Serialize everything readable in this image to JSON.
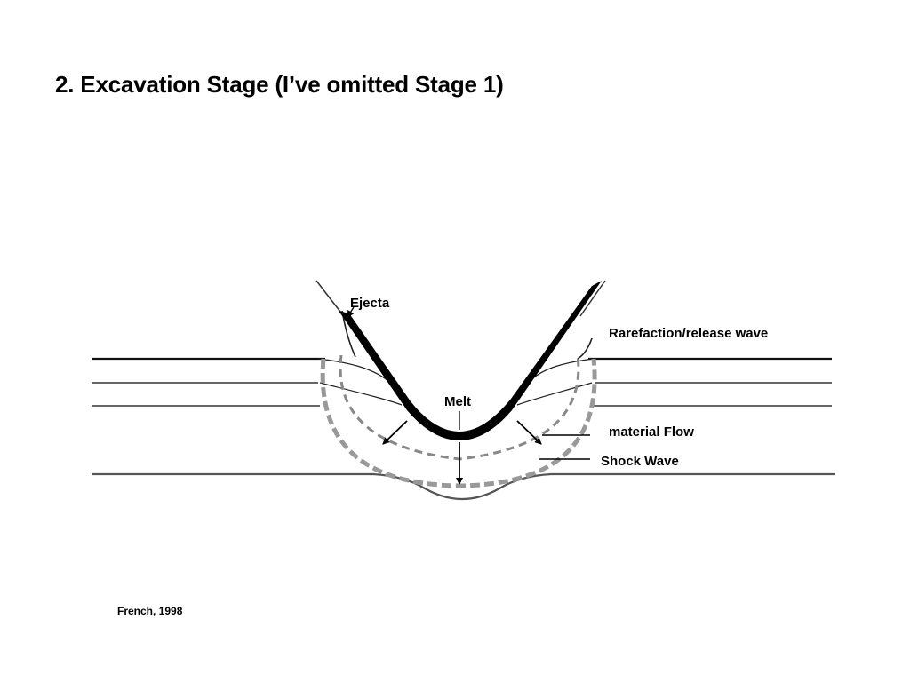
{
  "slide": {
    "title": "2. Excavation Stage (I’ve omitted Stage 1)",
    "citation": "French, 1998"
  },
  "diagram": {
    "labels": {
      "ejecta": "Ejecta",
      "rarefaction": "Rarefaction/release wave",
      "melt": "Melt",
      "material_flow": "material Flow",
      "shock_wave": "Shock Wave"
    },
    "colors": {
      "line": "#000000",
      "strata": "#555555",
      "shock_front": "#999999",
      "release_front": "#888888"
    }
  }
}
